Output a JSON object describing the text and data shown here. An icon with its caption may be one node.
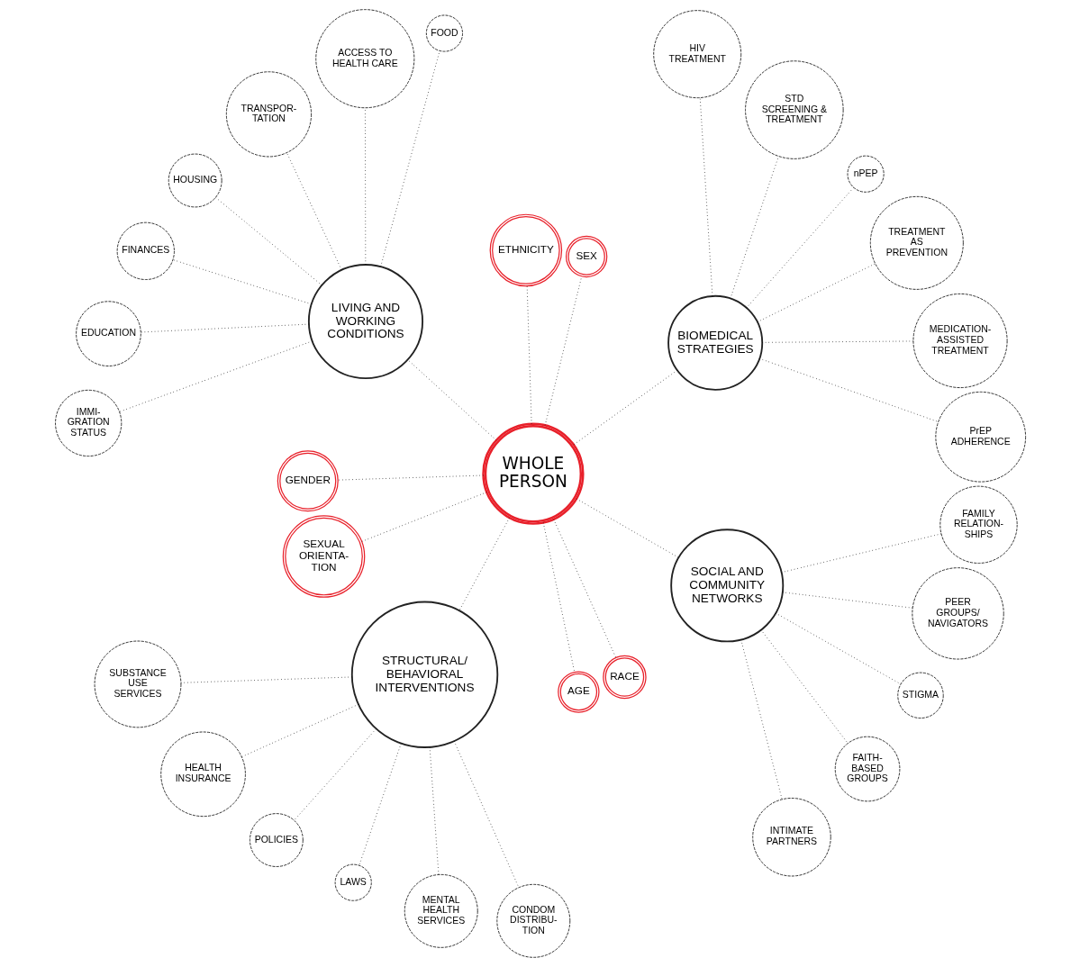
{
  "diagram": {
    "nodes": [
      {
        "text": [
          "WHOLE PERSON"
        ]
      },
      {
        "text": [
          "BIOMEDICAL STRATEGIES"
        ]
      },
      {
        "text": [
          "PrEP ADHERENCE"
        ]
      },
      {
        "text": [
          "MEDICATION- ASSISTED TREATMENT"
        ]
      },
      {
        "text": [
          "TREATMENT AS PREVENTION"
        ]
      },
      {
        "text": [
          "nPEP"
        ]
      },
      {
        "text": [
          "STD SCREENING & TREATMENT"
        ]
      },
      {
        "text": [
          "HIV TREATMENT"
        ]
      },
      {
        "text": [
          "SEX"
        ]
      },
      {
        "text": [
          "ETHNICITY"
        ]
      },
      {
        "text": [
          "LIVING AND WORKING CONDITIONS"
        ]
      },
      {
        "text": [
          "FOOD"
        ]
      },
      {
        "text": [
          "ACCESS TO HEALTH CARE"
        ]
      },
      {
        "text": [
          "TRANSPOR- TATION"
        ]
      },
      {
        "text": [
          "HOUSING"
        ]
      },
      {
        "text": [
          "FINANCES"
        ]
      },
      {
        "text": [
          "EDUCATION"
        ]
      },
      {
        "text": [
          "IMMI- GRATION STATUS"
        ]
      },
      {
        "text": [
          "GENDER"
        ]
      },
      {
        "text": [
          "SEXUAL ORIENTA- TION"
        ]
      },
      {
        "text": [
          "STRUCTURAL/ BEHAVIORAL INTERVENTIONS"
        ]
      },
      {
        "text": [
          "SUBSTANCE USE SERVICES"
        ]
      },
      {
        "text": [
          "HEALTH INSURANCE"
        ]
      },
      {
        "text": [
          "POLICIES"
        ]
      },
      {
        "text": [
          "LAWS"
        ]
      },
      {
        "text": [
          "MENTAL HEALTH SERVICES"
        ]
      },
      {
        "text": [
          "CONDOM DISTRIBU- TION"
        ]
      },
      {
        "text": [
          "AGE"
        ]
      },
      {
        "text": [
          "RACE"
        ]
      },
      {
        "text": [
          "SOCIAL AND COMMUNITY NETWORKS"
        ]
      },
      {
        "text": [
          "INTIMATE PARTNERS"
        ]
      },
      {
        "text": [
          "FAITH- BASED GROUPS"
        ]
      },
      {
        "text": [
          "STIGMA"
        ]
      },
      {
        "text": [
          "PEER GROUPS/ NAVIGATORS"
        ]
      },
      {
        "text": [
          "FAMILY RELATION- SHIPS"
        ]
      }
    ],
    "edges": [
      {
        "from": 0,
        "to": 1,
        "arrow": "none"
      },
      {
        "from": 0,
        "to": 8,
        "arrow": "none"
      },
      {
        "from": 0,
        "to": 9,
        "arrow": "none"
      },
      {
        "from": 0,
        "to": 10,
        "arrow": "none"
      },
      {
        "from": 0,
        "to": 18,
        "arrow": "none"
      },
      {
        "from": 0,
        "to": 19,
        "arrow": "none"
      },
      {
        "from": 0,
        "to": 20,
        "arrow": "none"
      },
      {
        "from": 0,
        "to": 27,
        "arrow": "none"
      },
      {
        "from": 0,
        "to": 28,
        "arrow": "none"
      },
      {
        "from": 0,
        "to": 29,
        "arrow": "none"
      },
      {
        "from": 1,
        "to": 2,
        "arrow": "none"
      },
      {
        "from": 1,
        "to": 3,
        "arrow": "none"
      },
      {
        "from": 1,
        "to": 4,
        "arrow": "none"
      },
      {
        "from": 1,
        "to": 5,
        "arrow": "none"
      },
      {
        "from": 1,
        "to": 6,
        "arrow": "none"
      },
      {
        "from": 1,
        "to": 7,
        "arrow": "none"
      },
      {
        "from": 10,
        "to": 11,
        "arrow": "none"
      },
      {
        "from": 10,
        "to": 12,
        "arrow": "none"
      },
      {
        "from": 10,
        "to": 13,
        "arrow": "none"
      },
      {
        "from": 10,
        "to": 14,
        "arrow": "none"
      },
      {
        "from": 10,
        "to": 15,
        "arrow": "none"
      },
      {
        "from": 10,
        "to": 16,
        "arrow": "none"
      },
      {
        "from": 10,
        "to": 17,
        "arrow": "none"
      },
      {
        "from": 20,
        "to": 21,
        "arrow": "none"
      },
      {
        "from": 20,
        "to": 22,
        "arrow": "none"
      },
      {
        "from": 20,
        "to": 23,
        "arrow": "none"
      },
      {
        "from": 20,
        "to": 24,
        "arrow": "none"
      },
      {
        "from": 20,
        "to": 25,
        "arrow": "none"
      },
      {
        "from": 20,
        "to": 26,
        "arrow": "none"
      },
      {
        "from": 29,
        "to": 30,
        "arrow": "none"
      },
      {
        "from": 29,
        "to": 31,
        "arrow": "none"
      },
      {
        "from": 29,
        "to": 32,
        "arrow": "none"
      },
      {
        "from": 29,
        "to": 33,
        "arrow": "none"
      },
      {
        "from": 29,
        "to": 34,
        "arrow": "none"
      }
    ]
  }
}
